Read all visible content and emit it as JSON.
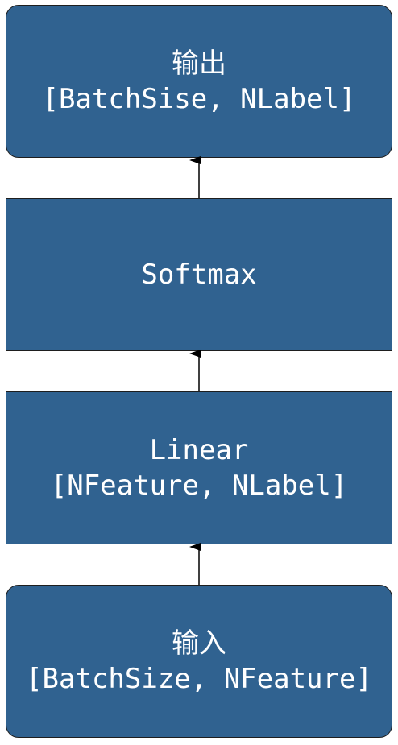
{
  "colors": {
    "box_fill": "#306290",
    "box_border": "#1e1e1e",
    "text": "#ffffff",
    "arrow": "#000000"
  },
  "nodes": {
    "output": {
      "title": "输出",
      "shape": "[BatchSise, NLabel]"
    },
    "softmax": {
      "title": "Softmax"
    },
    "linear": {
      "title": "Linear",
      "shape": "[NFeature, NLabel]"
    },
    "input": {
      "title": "输入",
      "shape": "[BatchSize, NFeature]"
    }
  },
  "edges": [
    {
      "from": "input",
      "to": "linear"
    },
    {
      "from": "linear",
      "to": "softmax"
    },
    {
      "from": "softmax",
      "to": "output"
    }
  ]
}
